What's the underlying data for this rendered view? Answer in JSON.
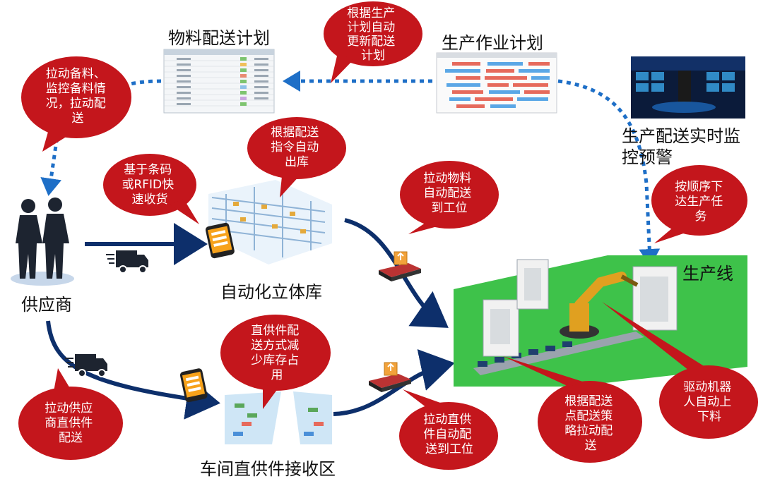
{
  "labels": {
    "material_plan": "物料配送计划",
    "production_plan": "生产作业计划",
    "monitor": "生产配送实时监控预警",
    "supplier": "供应商",
    "warehouse": "自动化立体库",
    "receiving": "车间直供件接收区",
    "production_line": "生产线"
  },
  "bubbles": [
    {
      "lines": [
        "根据生产",
        "计划自动",
        "更新配送",
        "计划"
      ]
    },
    {
      "lines": [
        "拉动备料、",
        "监控备料情",
        "况，拉动配",
        "送"
      ]
    },
    {
      "lines": [
        "根据配送",
        "指令自动",
        "出库"
      ]
    },
    {
      "lines": [
        "基于条码",
        "或RFID快",
        "速收货"
      ]
    },
    {
      "lines": [
        "拉动物料",
        "自动配送",
        "到工位"
      ]
    },
    {
      "lines": [
        "按顺序下",
        "达生产任",
        "务"
      ]
    },
    {
      "lines": [
        "直供件配",
        "送方式减",
        "少库存占",
        "用"
      ]
    },
    {
      "lines": [
        "拉动供应",
        "商直供件",
        "配送"
      ]
    },
    {
      "lines": [
        "拉动直供",
        "件自动配",
        "送到工位"
      ]
    },
    {
      "lines": [
        "根据配送",
        "点配送策",
        "略拉动配",
        "送"
      ]
    },
    {
      "lines": [
        "驱动机器",
        "人自动上",
        "下料"
      ]
    }
  ],
  "colors": {
    "bubble": "#c4161c",
    "arrow_blue": "#1e6fc7",
    "arrow_navy": "#0d2f6b",
    "floor_green": "#3ec24a"
  }
}
